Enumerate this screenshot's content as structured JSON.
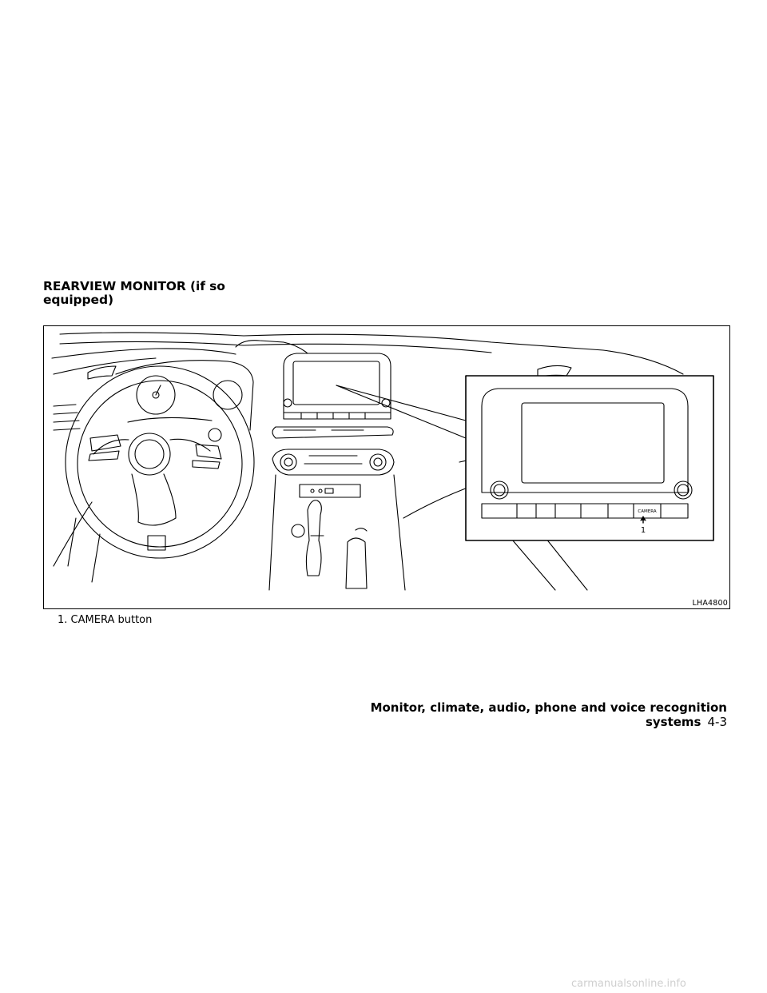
{
  "section": {
    "title_line1": "REARVIEW MONITOR (if so",
    "title_line2": "equipped)"
  },
  "figure": {
    "code": "LHA4800",
    "inset_button_label": "CAMERA",
    "callout_number": "1"
  },
  "caption": {
    "number": "1.",
    "text": "CAMERA button"
  },
  "footer": {
    "chapter_title": "Monitor, climate, audio, phone and voice recognition systems",
    "page_number": "4-3"
  },
  "watermark": "carmanualsonline.info"
}
